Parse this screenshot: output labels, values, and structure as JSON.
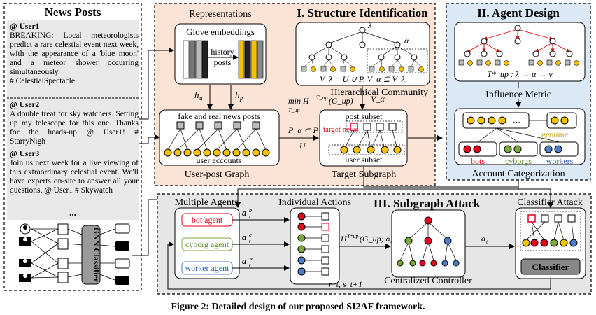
{
  "news_posts": {
    "title": "News Posts",
    "posts": [
      {
        "user": "@ User1",
        "text": "BREAKING: Local meteorologists predict a rare celestial event next week, with the appearance of a 'blue moon' and a meteor shower occurring simultaneously.",
        "tag": "# CelestialSpectacle"
      },
      {
        "user": "@ User2",
        "text": "A double treat for sky watchers. Setting up my telescope for this one. Thanks for the heads-up @ User1! # StarryNigh",
        "tag": ""
      },
      {
        "user": "@ User3",
        "text": "Join us next week for a live viewing of this extraordinary celestial event. We'll have experts on-site to answer all your questions. @ User1 # Skywatch",
        "tag": ""
      }
    ],
    "ellipsis": "...",
    "classifier": "GNN Classifier"
  },
  "structure": {
    "title": "I. Structure Identification",
    "representations": "Representations",
    "glove": "Glove embeddings",
    "history": "history",
    "posts": "posts",
    "h_u": "h",
    "h_u_sub": "u",
    "h_p": "h",
    "h_p_sub": "p",
    "news_graph_label": "fake and real news posts",
    "user_accounts": "user accounts",
    "user_post_graph": "User-post Graph",
    "min_label": "min H",
    "min_sup": "T_up",
    "min_args": "(G_up)",
    "min_sub": "T_up",
    "v_alpha": "V_α",
    "hier_comm": "Hierarchical Community",
    "tree_lambda": "λ",
    "tree_alpha": "α",
    "tree_eq": "V_λ = U ∪ P, V_α ⊆ V_λ",
    "p_alpha": "P_α ⊂ P",
    "u_label": "U",
    "post_subset": "post subset",
    "target_news": "target news",
    "user_subset": "user subset",
    "target_subgraph": "Target Subgraph"
  },
  "agent_design": {
    "title": "II. Agent Design",
    "tree_label": "T*_up : λ → α → ν",
    "influence": "Influence Metric",
    "genuine": "genuine",
    "bots": "bots",
    "cyborgs": "cyborgs",
    "workers": "workers",
    "account_cat": "Account Categorization"
  },
  "subgraph_attack": {
    "title": "III. Subgraph Attack",
    "multiple_agents": "Multiple Agents",
    "bot_agent": "bot agent",
    "cyborg_agent": "cyborg agent",
    "worker_agent": "worker agent",
    "a_b": "a",
    "a_c": "a",
    "a_w": "a",
    "individual_actions": "Individual Actions",
    "h_expr": "H",
    "h_expr_args": "(G_up; α)",
    "a_t": "a",
    "centralized": "Centralized Controller",
    "classifier_attack": "Classifier Attack",
    "classifier": "Classifier",
    "reward": "r_t, s_t+1"
  },
  "caption": "Figure 2: Detailed design of our proposed SI2AF framework.",
  "colors": {
    "structure_bg": "#fbe3d6",
    "agent_bg": "#dbe8f6",
    "attack_bg": "#e6e6e6",
    "posts_bg": "#e8e8e8",
    "bot_red": "#e8001c",
    "cyborg_green": "#7aa83a",
    "worker_blue": "#4a7fc7",
    "user_gold": "#f2c200"
  }
}
